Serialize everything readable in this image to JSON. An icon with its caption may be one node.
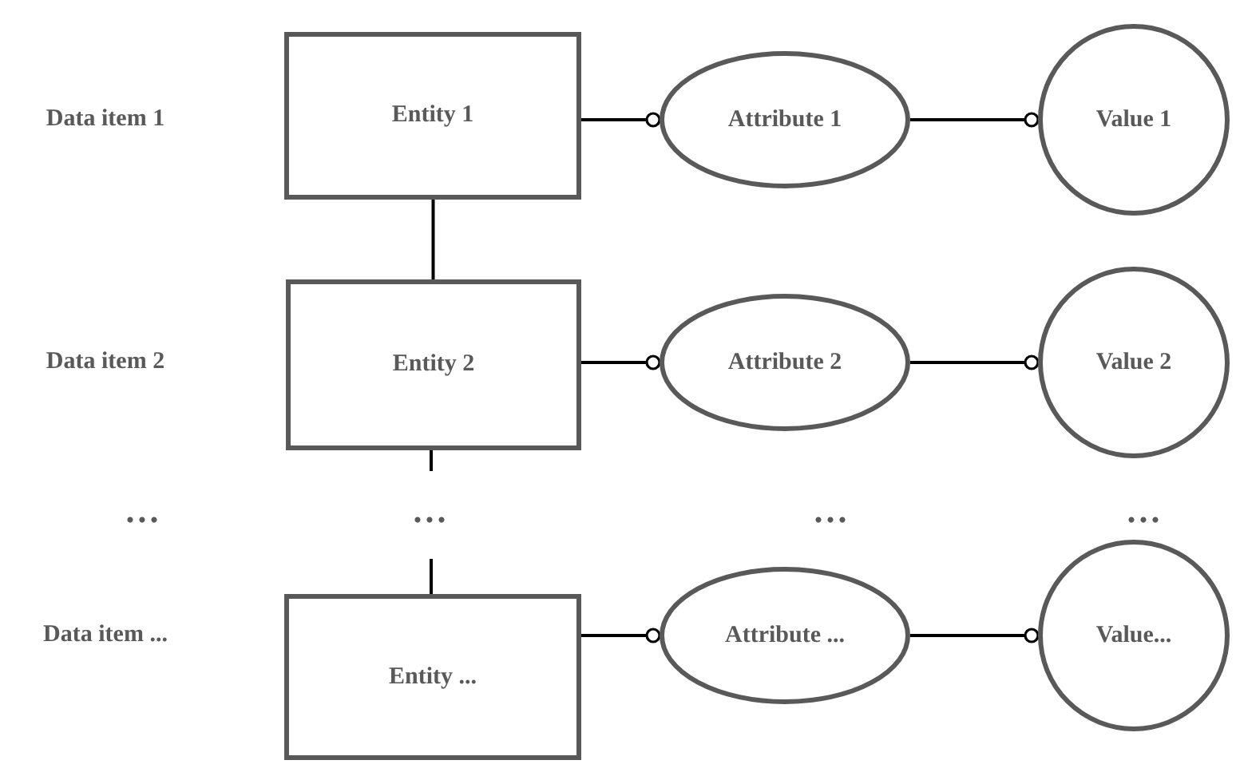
{
  "diagram": {
    "nodes": [
      {
        "text": [
          "Entity 1"
        ]
      },
      {
        "text": [
          "Attribute 1"
        ]
      },
      {
        "text": [
          "Value 1"
        ]
      },
      {
        "text": [
          "Entity 2"
        ]
      },
      {
        "text": [
          "Attribute 2"
        ]
      },
      {
        "text": [
          "Value 2"
        ]
      },
      {
        "text": [
          "Entity ..."
        ]
      },
      {
        "text": [
          "Attribute ..."
        ]
      },
      {
        "text": [
          "Value..."
        ]
      }
    ],
    "edges": [
      {
        "from": 0,
        "to": 1,
        "arrow": "other"
      },
      {
        "from": 1,
        "to": 2,
        "arrow": "other"
      },
      {
        "from": 0,
        "to": 3,
        "arrow": "none"
      },
      {
        "from": 3,
        "to": 4,
        "arrow": "other"
      },
      {
        "from": 4,
        "to": 5,
        "arrow": "other"
      },
      {
        "from": 3,
        "to": null,
        "arrow": "none"
      },
      {
        "from": null,
        "to": 6,
        "arrow": "none"
      },
      {
        "from": 6,
        "to": 7,
        "arrow": "other"
      },
      {
        "from": 7,
        "to": 8,
        "arrow": "other"
      }
    ],
    "labels": [
      "Data item 1",
      "Data item 2",
      "...",
      "...",
      "...",
      "...",
      "Data item ..."
    ]
  }
}
